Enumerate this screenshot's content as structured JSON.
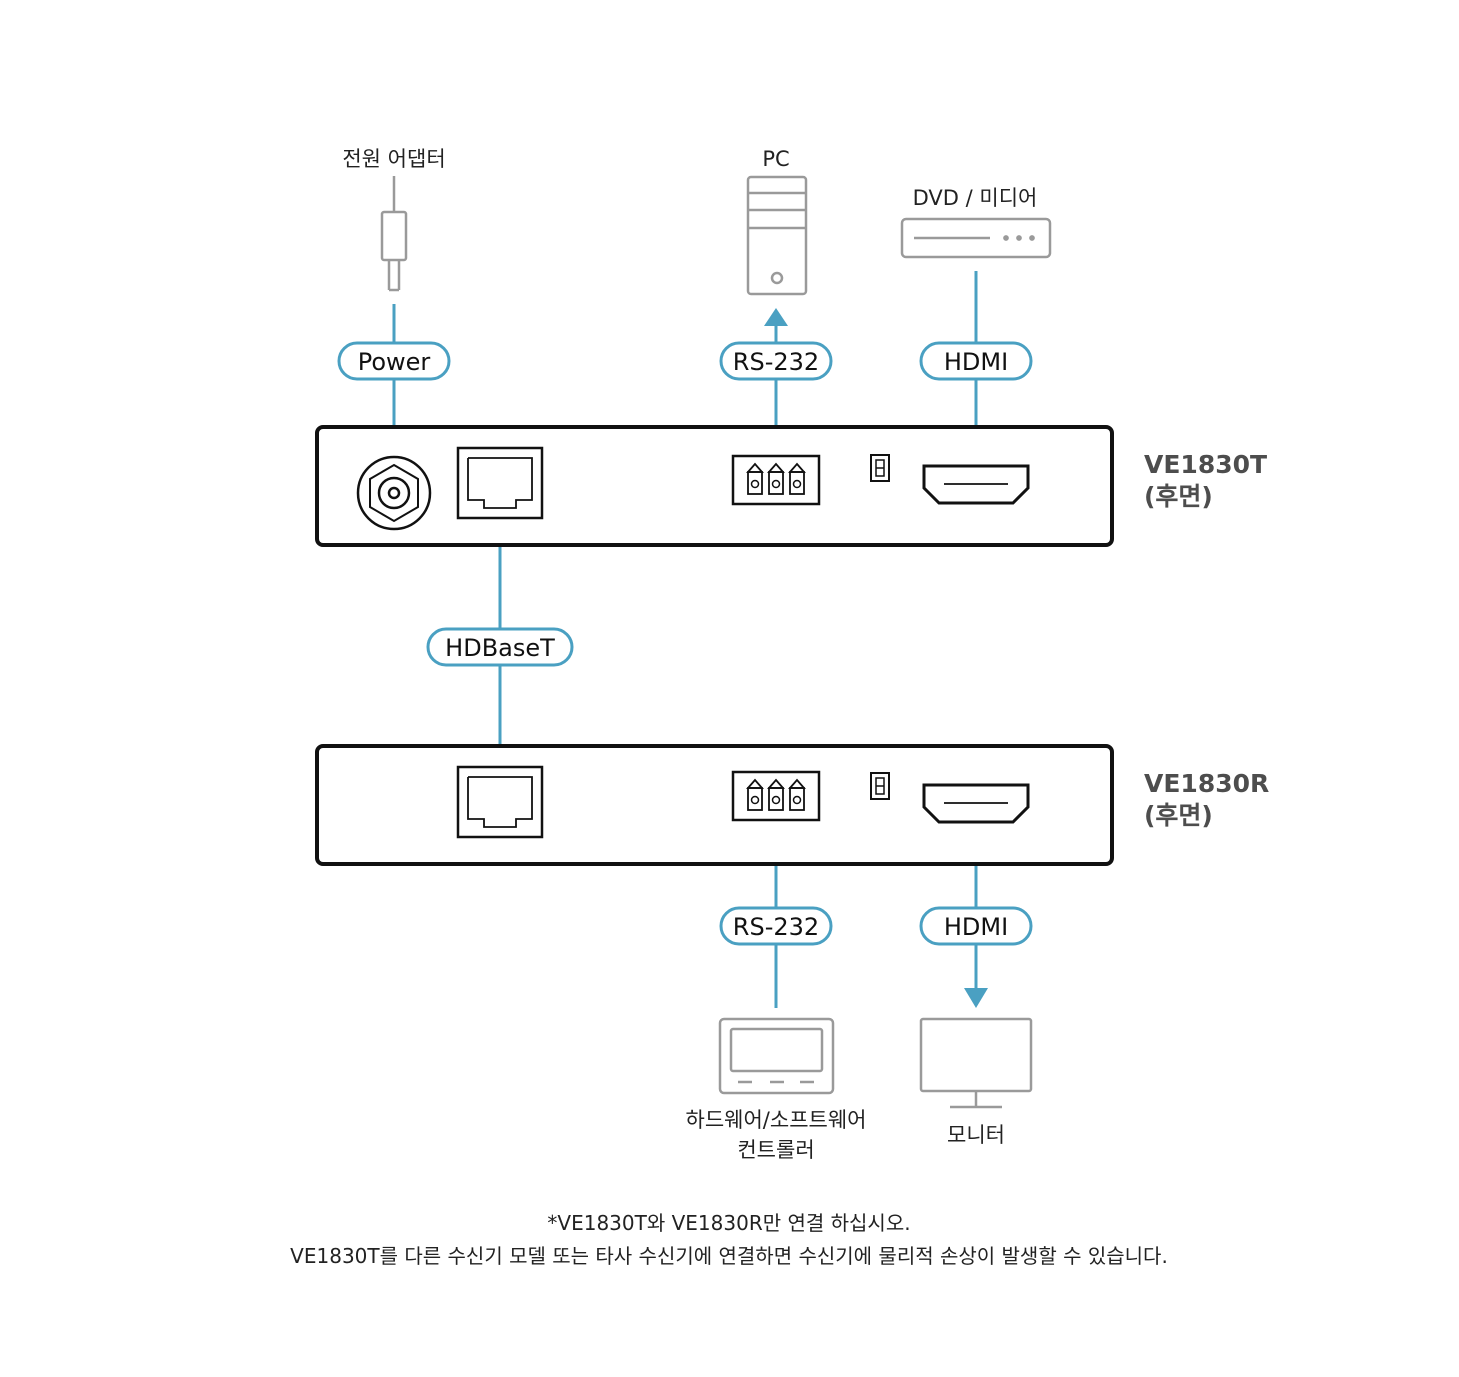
{
  "colors": {
    "accent": "#4aa0c2",
    "device_stroke": "#111111",
    "peripheral_stroke": "#9a9a9a"
  },
  "devices": {
    "transmitter": {
      "model": "VE1830T",
      "sub": "(후면)"
    },
    "receiver": {
      "model": "VE1830R",
      "sub": "(후면)"
    }
  },
  "peripherals": {
    "power_adapter": "전원 어댑터",
    "pc": "PC",
    "dvd_media": "DVD / 미디어",
    "controller_line1": "하드웨어/소프트웨어",
    "controller_line2": "컨트롤러",
    "monitor": "모니터"
  },
  "connections": {
    "power": "Power",
    "tx_rs232": "RS-232",
    "tx_hdmi": "HDMI",
    "hdbaset": "HDBaseT",
    "rx_rs232": "RS-232",
    "rx_hdmi": "HDMI"
  },
  "notes": {
    "line1": "*VE1830T와 VE1830R만 연결 하십시오.",
    "line2": "VE1830T를 다른 수신기 모델 또는 타사 수신기에 연결하면 수신기에 물리적 손상이 발생할 수 있습니다."
  }
}
